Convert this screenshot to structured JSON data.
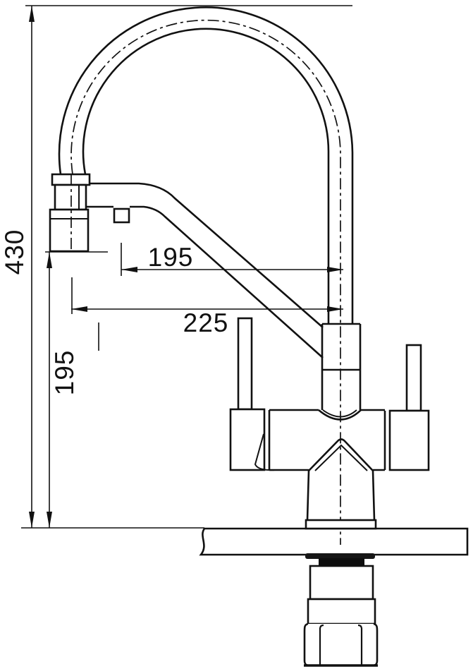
{
  "drawing": {
    "type": "technical-dimension-drawing",
    "subject": "kitchen-faucet-side-view",
    "colors": {
      "ink": "#111111",
      "background": "#ffffff"
    },
    "dimensions": {
      "overall_height_mm": "430",
      "spout_height_mm": "195",
      "spout_reach_mm": "195",
      "spray_head_reach_mm": "225"
    }
  }
}
